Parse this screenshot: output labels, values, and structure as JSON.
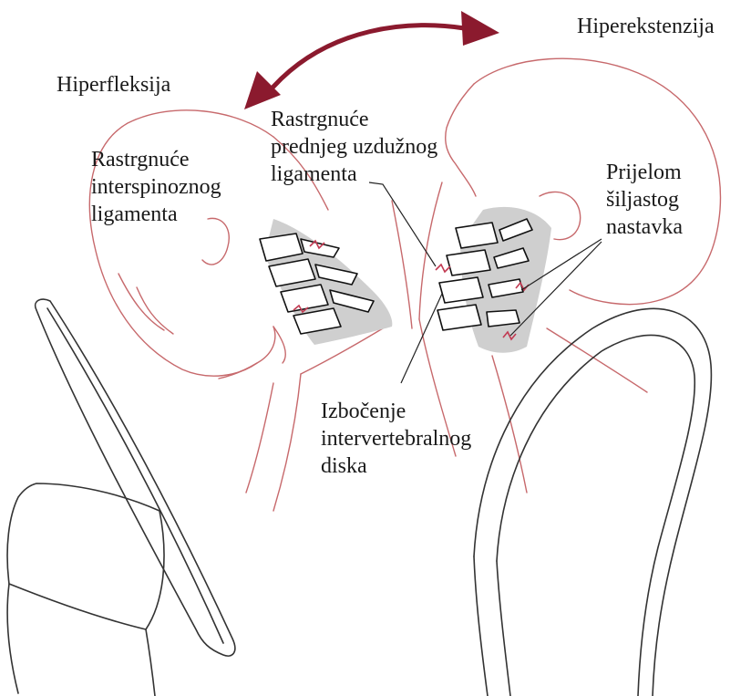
{
  "colors": {
    "arrow": "#8b1a2e",
    "body_outline": "#c7696c",
    "spine_outline": "#111111",
    "seat_outline": "#333333",
    "injury_mark": "#c23a52",
    "ligament_shade": "#cfcfcf"
  },
  "labels": {
    "hiperfleksija": "Hiperfleksija",
    "hiperekstenzija": "Hiperekstenzija",
    "interspinoznog": [
      "Rastrgnuće",
      "interspinoznog",
      "ligamenta"
    ],
    "prednjeg": [
      "Rastrgnuće",
      "prednjeg uzdužnog",
      "ligamenta"
    ],
    "prijelom": [
      "Prijelom",
      "šiljastog",
      "nastavka"
    ],
    "izbocenje": [
      "Izbočenje",
      "intervertebralnog",
      "diska"
    ]
  }
}
